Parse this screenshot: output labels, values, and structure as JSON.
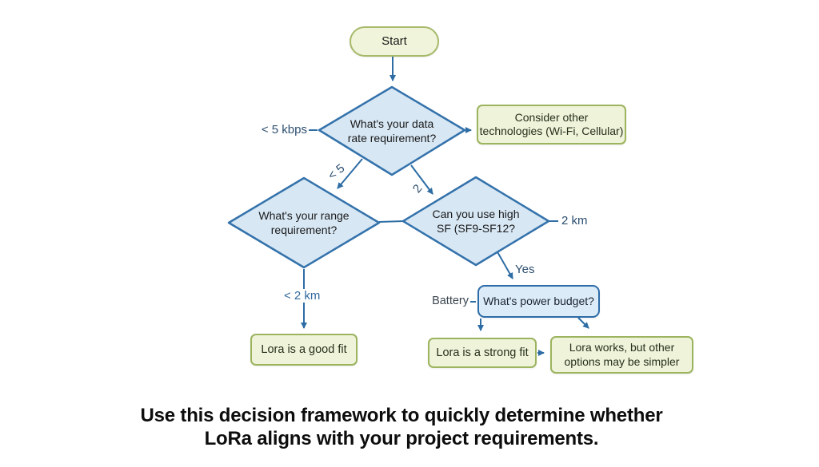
{
  "flowchart": {
    "nodes": {
      "start": {
        "label": "Start"
      },
      "data_rate": {
        "line1": "What's your data",
        "line2": "rate requirement?"
      },
      "consider_other": {
        "line1": "Consider other",
        "line2": "technologies (Wi-Fi, Cellular)"
      },
      "range": {
        "line1": "What's your range",
        "line2": "requirement?"
      },
      "high_sf": {
        "line1": "Can you use high",
        "line2": "SF (SF9-SF12?"
      },
      "power_budget": {
        "label": "What's power budget?"
      },
      "good_fit": {
        "label": "Lora is a good fit"
      },
      "strong_fit": {
        "label": "Lora is a strong fit"
      },
      "works_other": {
        "line1": "Lora works, but other",
        "line2": "options may be simpler"
      }
    },
    "edge_labels": {
      "lt5kbps": "< 5 kbps",
      "lt5": "< 5",
      "two": "2",
      "km2": "2 km",
      "yes": "Yes",
      "battery": "Battery",
      "lt2km": "< 2 km"
    },
    "edges": [
      {
        "from": "start",
        "to": "data_rate",
        "label": ""
      },
      {
        "from": "data_rate",
        "to": "consider_other",
        "label": "< 5 kbps"
      },
      {
        "from": "data_rate",
        "to": "range",
        "label": "< 5"
      },
      {
        "from": "data_rate",
        "to": "high_sf",
        "label": "2"
      },
      {
        "from": "range",
        "to": "high_sf",
        "label": ""
      },
      {
        "from": "high_sf",
        "to": "power_budget",
        "label": "Yes"
      },
      {
        "from": "high_sf",
        "side_label": "2 km"
      },
      {
        "from": "power_budget",
        "side_label": "Battery"
      },
      {
        "from": "range",
        "to": "good_fit",
        "label": "< 2 km"
      },
      {
        "from": "power_budget",
        "to": "strong_fit",
        "label": ""
      },
      {
        "from": "power_budget",
        "to": "works_other",
        "label": ""
      },
      {
        "from": "strong_fit",
        "to": "works_other",
        "label": ""
      }
    ],
    "colors": {
      "terminal_fill": "#f0f4da",
      "terminal_border": "#a6ba6a",
      "result_fill": "#eef3da",
      "result_border": "#9cb45e",
      "decision_fill": "#d7e7f4",
      "decision_border": "#3472ab",
      "process_fill": "#dcebf8",
      "process_border": "#2d6ca8",
      "connector": "#2e6da4",
      "edge_label_text": "#2d4f70"
    }
  },
  "caption": {
    "line1": "Use this decision framework to quickly determine whether",
    "line2": "LoRa aligns with your project requirements."
  }
}
